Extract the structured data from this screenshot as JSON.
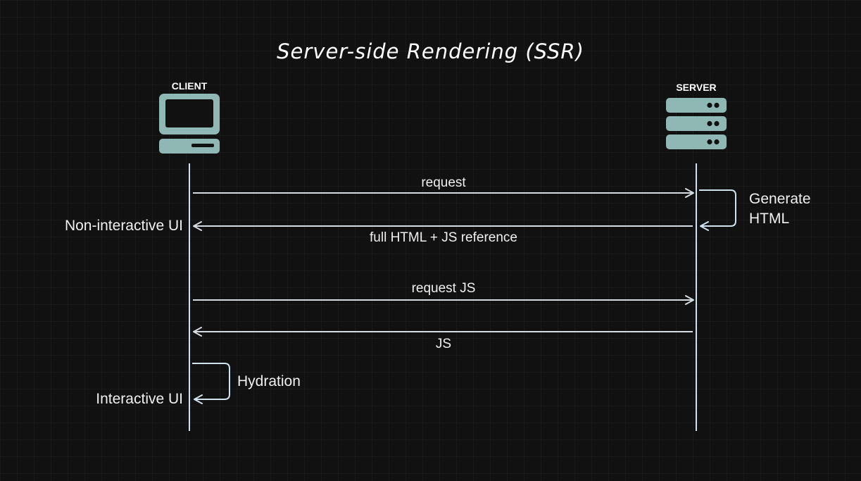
{
  "title": "Server-side Rendering (SSR)",
  "actors": {
    "client": {
      "label": "CLIENT",
      "icon": "monitor-icon"
    },
    "server": {
      "label": "SERVER",
      "icon": "server-rack-icon"
    }
  },
  "messages": {
    "request": "request",
    "full_html": "full HTML + JS reference",
    "request_js": "request JS",
    "js": "JS"
  },
  "notes": {
    "generate_html_line1": "Generate",
    "generate_html_line2": "HTML",
    "hydration": "Hydration",
    "non_interactive": "Non-interactive UI",
    "interactive": "Interactive UI"
  },
  "colors": {
    "background": "#111111",
    "icon": "#8fb7b3",
    "lifeline": "#cfe3ee",
    "arrow": "#d5dde3",
    "text": "#f2f2f2"
  }
}
